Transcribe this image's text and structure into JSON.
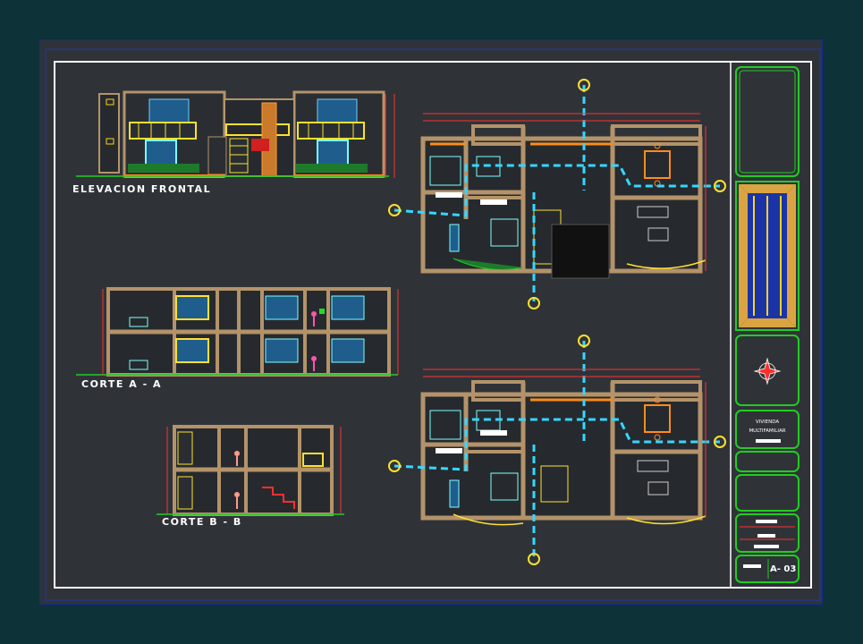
{
  "labels": {
    "front_elevation": "ELEVACION FRONTAL",
    "section_a": "CORTE A - A",
    "section_b": "CORTE B - B"
  },
  "title_block": {
    "project_line1": "VIVIENDA",
    "project_line2": "MULTIFAMILIAR",
    "sheet_number": "A- 03"
  },
  "colors": {
    "background": "#0d3238",
    "sheet": "#2f3338",
    "walls": "#b4936a",
    "windows": "#1f5d8c",
    "dimension": "#ff2f2f",
    "axis": "#35d7ff",
    "frame": "#22cc22",
    "accent": "#ffd21f",
    "orange": "#ff8c1a"
  }
}
